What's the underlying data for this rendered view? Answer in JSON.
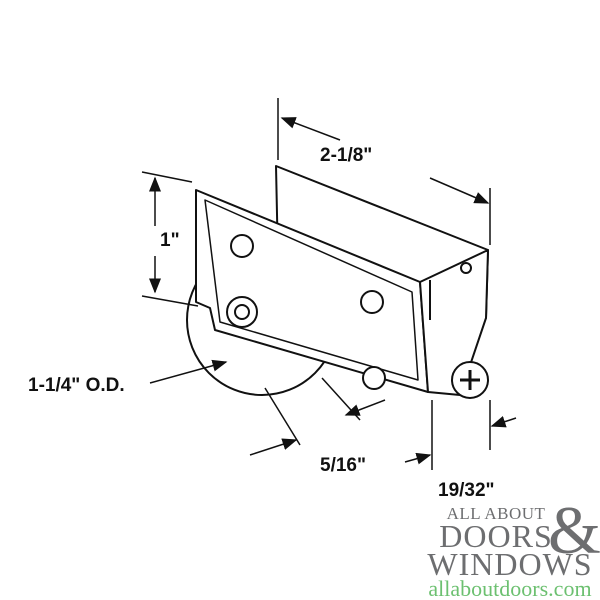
{
  "dimensions": {
    "length": "2-1/8\"",
    "height": "1\"",
    "wheel_diameter": "1-1/4\" O.D.",
    "wheel_width": "5/16\"",
    "depth": "19/32\""
  },
  "logo": {
    "line1": "ALL ABOUT",
    "line2": "DOORS",
    "ampersand": "&",
    "line3": "WINDOWS",
    "url": "allaboutdoors.com"
  },
  "colors": {
    "logo_gray": "#6d6e70",
    "logo_green": "#6cc070"
  }
}
